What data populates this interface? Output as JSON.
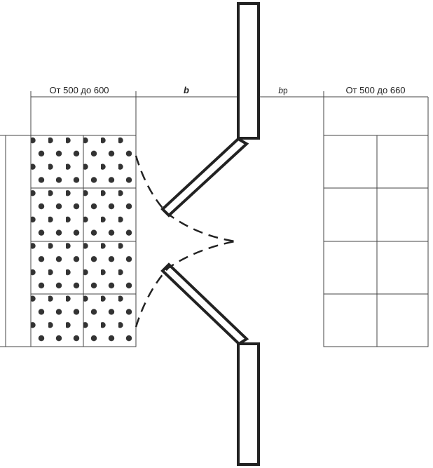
{
  "dimensions": {
    "left_width": "От 500 до 600",
    "door_width": "b",
    "passage_width_prefix": "b",
    "passage_width_suffix": "р",
    "right_width": "От 500 до 660"
  },
  "colors": {
    "line": "#222222",
    "dot": "#333333"
  }
}
